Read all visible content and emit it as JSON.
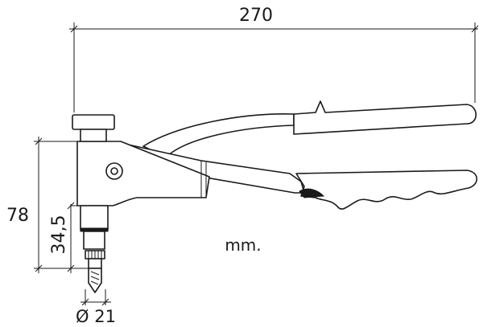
{
  "dimensions": {
    "length": "270",
    "height": "78",
    "head_height": "34,5",
    "diameter": "Ø 21"
  },
  "units": "mm."
}
